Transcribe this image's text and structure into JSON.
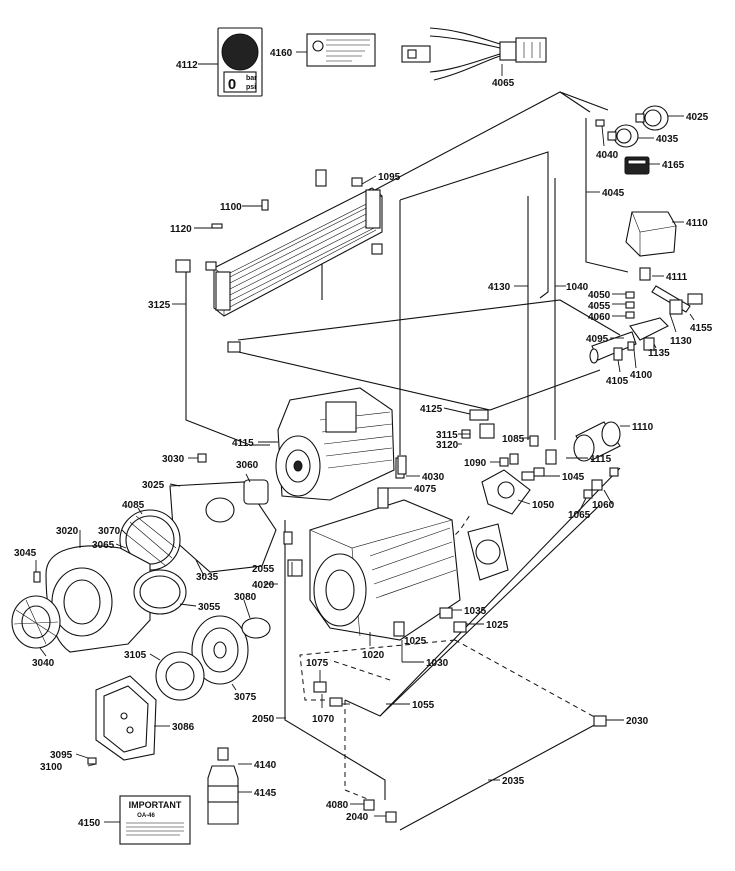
{
  "callouts": [
    {
      "id": "4112",
      "text": "4112"
    },
    {
      "id": "4160",
      "text": "4160"
    },
    {
      "id": "4065",
      "text": "4065"
    },
    {
      "id": "4025",
      "text": "4025"
    },
    {
      "id": "4035",
      "text": "4035"
    },
    {
      "id": "4040",
      "text": "4040"
    },
    {
      "id": "4165",
      "text": "4165"
    },
    {
      "id": "4045",
      "text": "4045"
    },
    {
      "id": "1095",
      "text": "1095"
    },
    {
      "id": "1100",
      "text": "1100"
    },
    {
      "id": "1120",
      "text": "1120"
    },
    {
      "id": "4110",
      "text": "4110"
    },
    {
      "id": "4111",
      "text": "4111"
    },
    {
      "id": "4130",
      "text": "4130"
    },
    {
      "id": "1040",
      "text": "1040"
    },
    {
      "id": "4050",
      "text": "4050"
    },
    {
      "id": "4055",
      "text": "4055"
    },
    {
      "id": "4060",
      "text": "4060"
    },
    {
      "id": "4155",
      "text": "4155"
    },
    {
      "id": "1130",
      "text": "1130"
    },
    {
      "id": "4095",
      "text": "4095"
    },
    {
      "id": "1135",
      "text": "1135"
    },
    {
      "id": "4105",
      "text": "4105"
    },
    {
      "id": "4100",
      "text": "4100"
    },
    {
      "id": "3125",
      "text": "3125"
    },
    {
      "id": "4125",
      "text": "4125"
    },
    {
      "id": "1110",
      "text": "1110"
    },
    {
      "id": "4115",
      "text": "4115"
    },
    {
      "id": "3115",
      "text": "3115"
    },
    {
      "id": "3120",
      "text": "3120"
    },
    {
      "id": "1085",
      "text": "1085"
    },
    {
      "id": "1115",
      "text": "1115"
    },
    {
      "id": "3030",
      "text": "3030"
    },
    {
      "id": "3060",
      "text": "3060"
    },
    {
      "id": "4030",
      "text": "4030"
    },
    {
      "id": "1090",
      "text": "1090"
    },
    {
      "id": "1045",
      "text": "1045"
    },
    {
      "id": "3025",
      "text": "3025"
    },
    {
      "id": "4075",
      "text": "4075"
    },
    {
      "id": "1050",
      "text": "1050"
    },
    {
      "id": "1065",
      "text": "1065"
    },
    {
      "id": "1060",
      "text": "1060"
    },
    {
      "id": "4085",
      "text": "4085"
    },
    {
      "id": "3020",
      "text": "3020"
    },
    {
      "id": "3070",
      "text": "3070"
    },
    {
      "id": "3065",
      "text": "3065"
    },
    {
      "id": "3045",
      "text": "3045"
    },
    {
      "id": "3035",
      "text": "3035"
    },
    {
      "id": "2055",
      "text": "2055"
    },
    {
      "id": "4020",
      "text": "4020"
    },
    {
      "id": "3080",
      "text": "3080"
    },
    {
      "id": "3055",
      "text": "3055"
    },
    {
      "id": "1035",
      "text": "1035"
    },
    {
      "id": "1025a",
      "text": "1025"
    },
    {
      "id": "1025b",
      "text": "1025"
    },
    {
      "id": "3040",
      "text": "3040"
    },
    {
      "id": "3105",
      "text": "3105"
    },
    {
      "id": "1020",
      "text": "1020"
    },
    {
      "id": "1030",
      "text": "1030"
    },
    {
      "id": "1075",
      "text": "1075"
    },
    {
      "id": "3075",
      "text": "3075"
    },
    {
      "id": "1070",
      "text": "1070"
    },
    {
      "id": "1055",
      "text": "1055"
    },
    {
      "id": "2050",
      "text": "2050"
    },
    {
      "id": "2030",
      "text": "2030"
    },
    {
      "id": "3086",
      "text": "3086"
    },
    {
      "id": "3095",
      "text": "3095"
    },
    {
      "id": "3100",
      "text": "3100"
    },
    {
      "id": "4140",
      "text": "4140"
    },
    {
      "id": "4145",
      "text": "4145"
    },
    {
      "id": "2035",
      "text": "2035"
    },
    {
      "id": "4150",
      "text": "4150"
    },
    {
      "id": "4080",
      "text": "4080"
    },
    {
      "id": "2040",
      "text": "2040"
    }
  ],
  "gauge_label": {
    "value": "0",
    "unit_top": "bar",
    "unit_bottom": "psi"
  },
  "sticker_4150": {
    "heading": "IMPORTANT",
    "subline": "OA-46"
  },
  "colors": {
    "ink": "#111111",
    "paper": "#ffffff"
  }
}
